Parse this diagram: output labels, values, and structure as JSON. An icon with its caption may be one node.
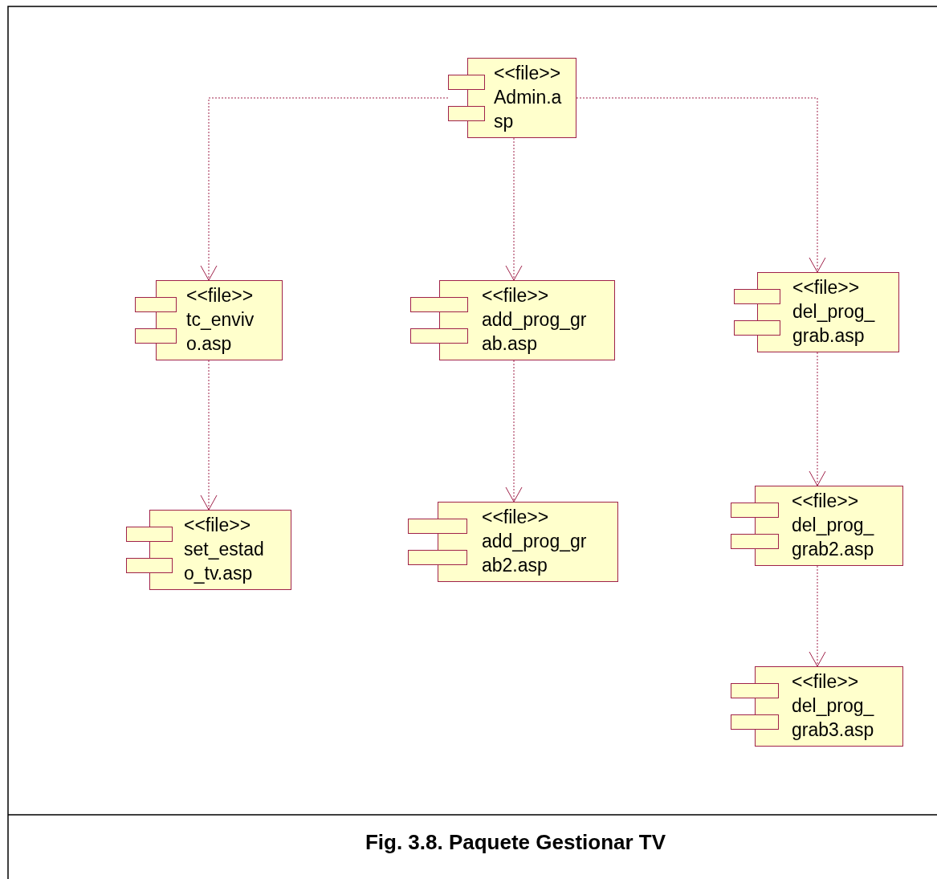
{
  "diagram": {
    "caption": "Fig. 3.8. Paquete Gestionar TV",
    "nodes": [
      {
        "text": [
          "<<file>>",
          "Admin.asp"
        ]
      },
      {
        "text": [
          "<<file>>",
          "tc_envivo.asp"
        ]
      },
      {
        "text": [
          "<<file>>",
          "add_prog_grab.asp"
        ]
      },
      {
        "text": [
          "<<file>>",
          "del_prog_grab.asp"
        ]
      },
      {
        "text": [
          "<<file>>",
          "set_estado_tv.asp"
        ]
      },
      {
        "text": [
          "<<file>>",
          "add_prog_grab2.asp"
        ]
      },
      {
        "text": [
          "<<file>>",
          "del_prog_grab2.asp"
        ]
      },
      {
        "text": [
          "<<file>>",
          "del_prog_grab3.asp"
        ]
      }
    ],
    "edges": [
      {
        "from": 0,
        "to": 1,
        "arrow": "to",
        "style": "dashed"
      },
      {
        "from": 0,
        "to": 2,
        "arrow": "to",
        "style": "dashed"
      },
      {
        "from": 0,
        "to": 3,
        "arrow": "to",
        "style": "dashed"
      },
      {
        "from": 1,
        "to": 4,
        "arrow": "to",
        "style": "dashed"
      },
      {
        "from": 2,
        "to": 5,
        "arrow": "to",
        "style": "dashed"
      },
      {
        "from": 3,
        "to": 6,
        "arrow": "to",
        "style": "dashed"
      },
      {
        "from": 6,
        "to": 7,
        "arrow": "to",
        "style": "dashed"
      }
    ]
  }
}
